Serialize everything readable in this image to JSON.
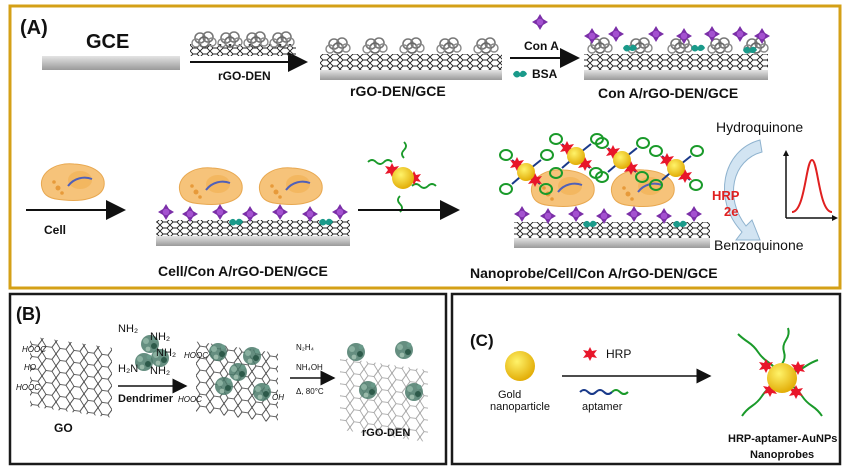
{
  "panel_a": {
    "label": "(A)",
    "electrode": "GCE",
    "step1_arrow": "rGO-DEN",
    "step1_product": "rGO-DEN/GCE",
    "reagent_cona": "Con A",
    "reagent_bsa": "BSA",
    "step2_product": "Con A/rGO-DEN/GCE",
    "cell_label": "Cell",
    "step3_product": "Cell/Con A/rGO-DEN/GCE",
    "step4_product": "Nanoprobe/Cell/Con A/rGO-DEN/GCE",
    "hydroquinone": "Hydroquinone",
    "benzoquinone": "Benzoquinone",
    "enzyme": "HRP",
    "electrons": "2e",
    "colors": {
      "cona": "#7b2fa8",
      "bsa": "#1a9a8a",
      "cell": "#f6c37a",
      "peak": "#e02020",
      "gold": "#f5c400",
      "frame": "#d4a017"
    }
  },
  "panel_b": {
    "label": "(B)",
    "go_label": "GO",
    "dendrimer": "Dendrimer",
    "reagent1": "N₂H₄",
    "reagent2": "NH₄OH",
    "reagent3": "Δ, 80°C",
    "product": "rGO-DEN",
    "group_hooc": "HOOC",
    "group_ho": "HO",
    "group_oh": "OH",
    "amine_1": "NH₂",
    "amine_2": "NH₂",
    "amine_3": "NH₂",
    "amine_4": "H₂N",
    "amine_5": "NH₂"
  },
  "panel_c": {
    "label": "(C)",
    "gold": "Gold",
    "gold2": "nanoparticle",
    "hrp": "HRP",
    "aptamer": "aptamer",
    "product1": "HRP-aptamer-AuNPs",
    "product2": "Nanoprobes"
  }
}
